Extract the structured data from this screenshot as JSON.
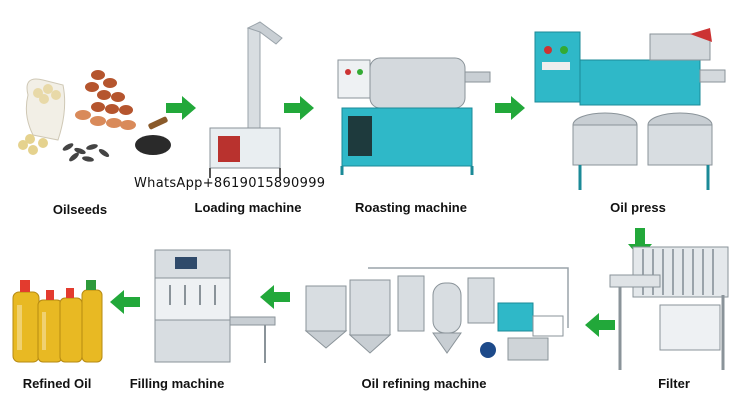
{
  "steps": {
    "oilseeds": "Oilseeds",
    "loading": "Loading machine",
    "roasting": "Roasting machine",
    "press": "Oil press",
    "refined": "Refined Oil",
    "filling": "Filling machine",
    "refining": "Oil refining machine",
    "filter": "Filter"
  },
  "watermark": "WhatsApp+8619015890999",
  "colors": {
    "arrow": "#22a83a",
    "teal": "#2fb8c8",
    "steel": "#c8ced3",
    "oil": "#e8b923"
  }
}
